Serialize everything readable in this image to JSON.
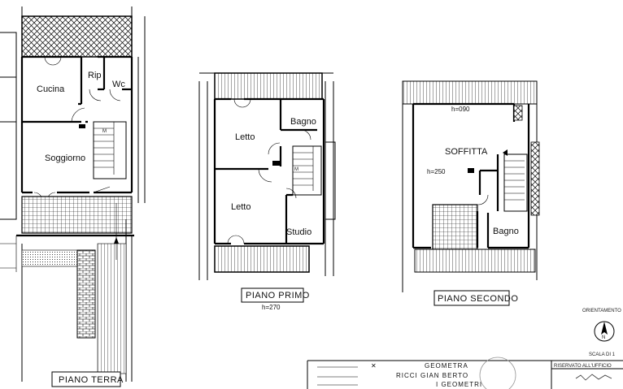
{
  "floors": {
    "ground": {
      "title": "PIANO TERRA",
      "rooms": {
        "cucina": "Cucina",
        "ripostiglio": "Rip",
        "wc": "Wc",
        "soggiorno": "Soggiorno"
      }
    },
    "first": {
      "title": "PIANO PRIMO",
      "height": "h=270",
      "rooms": {
        "letto_top": "Letto",
        "bagno": "Bagno",
        "letto_bottom": "Letto",
        "studio": "Studio"
      }
    },
    "second": {
      "title": "PIANO SECONDO",
      "rooms": {
        "soffitta": "SOFFITTA",
        "bagno": "Bagno"
      },
      "heights": {
        "min": "h=090",
        "max": "h=250"
      }
    }
  },
  "orientation": {
    "label": "ORIENTAMENTO",
    "north": "N"
  },
  "scale": {
    "label": "SCALA DI 1"
  },
  "title_block": {
    "line1": "GEOMETRA",
    "line2": "RICCI  GIAN BERTO",
    "line3": "I GEOMETRI",
    "office": "RISERVATO ALL'UFFICIO"
  }
}
